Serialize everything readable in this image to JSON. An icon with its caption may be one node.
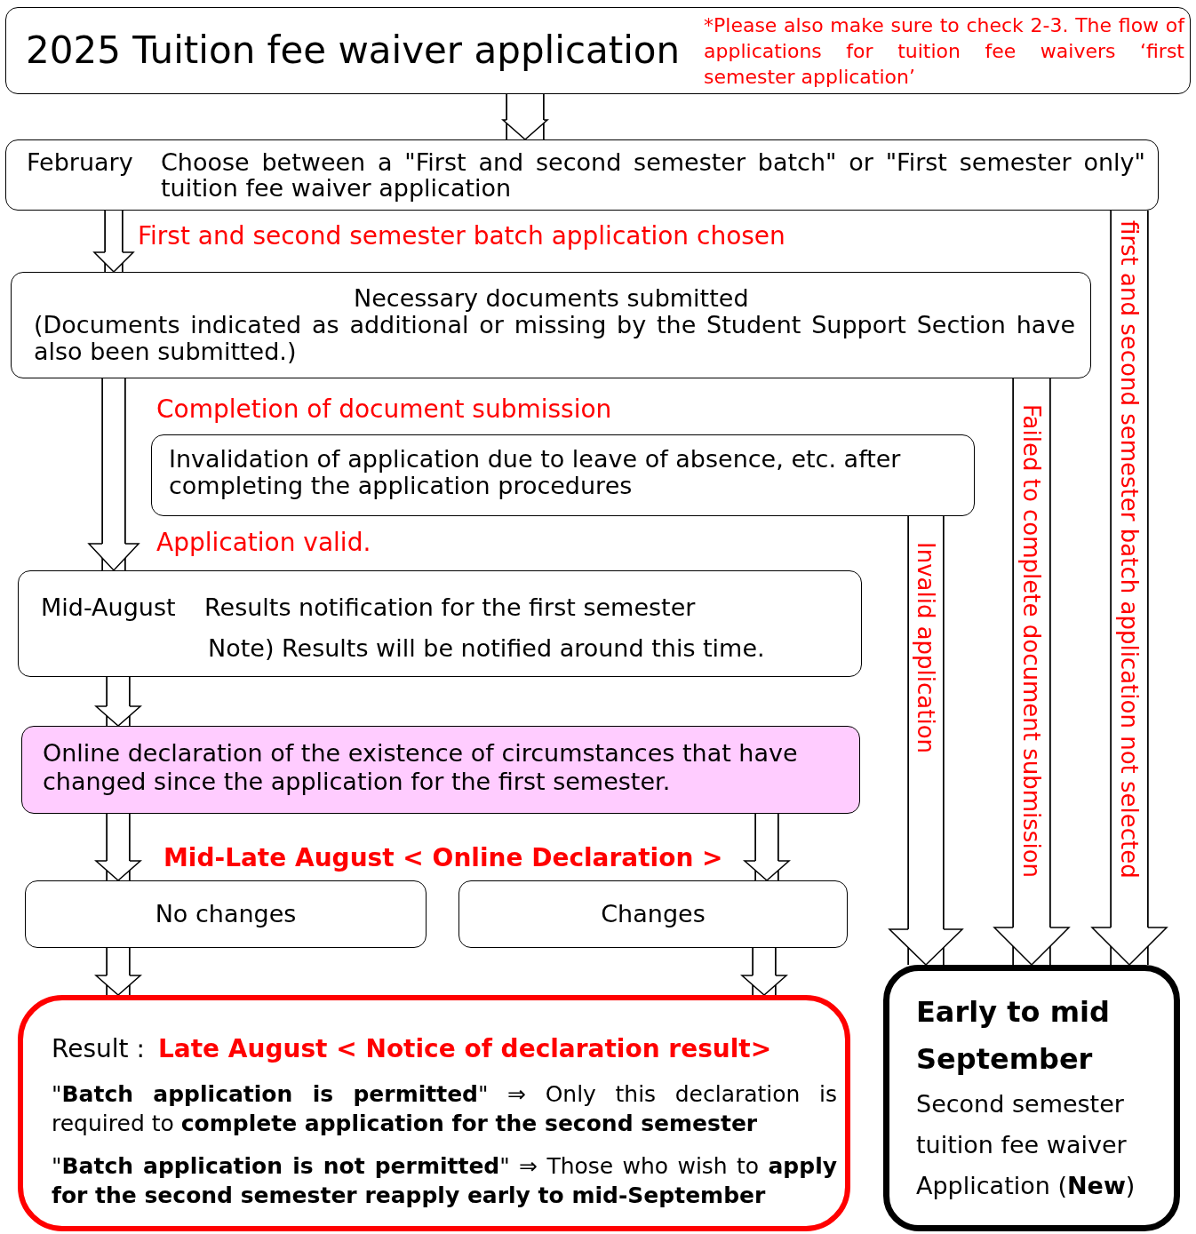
{
  "diagram": {
    "nodes": [
      {
        "text": [
          "2025 Tuition fee waiver application",
          "*Please also make sure to check 2-3. The flow of applications for tuition fee waivers ‘first semester application’"
        ]
      },
      {
        "text": [
          "February",
          "Choose between a \"First and second semester batch\" or \"First semester only\" tuition fee waiver application"
        ]
      },
      {
        "text": [
          "Necessary documents submitted",
          "(Documents indicated as additional or missing by the Student Support Section have also been submitted.)"
        ]
      },
      {
        "text": [
          "Invalidation of application due to leave of absence, etc. after completing the application procedures"
        ]
      },
      {
        "text": [
          "Mid-August",
          "Results notification for the first semester",
          "Note) Results will be notified around this time."
        ]
      },
      {
        "text": [
          "Online declaration of the existence of circumstances that have changed since the application for the first semester."
        ]
      },
      {
        "text": [
          "No changes"
        ]
      },
      {
        "text": [
          "Changes"
        ]
      },
      {
        "text": [
          "Result :",
          "Late August < Notice of declaration result>",
          "\"**Batch application is permitted**\" ⇒ Only this declaration is required to **complete application for the second semester**",
          "\"**Batch application is not permitted**\" ⇒ Those who wish to **apply for the second semester reapply early to mid-September**"
        ]
      },
      {
        "text": [
          "Early to mid September",
          "Second semester tuition fee waiver Application (**New**)"
        ]
      }
    ],
    "edges": [
      {
        "from": 0,
        "to": 1,
        "arrow": "to"
      },
      {
        "from": 1,
        "to": 2,
        "arrow": "to",
        "label": "First and second semester batch application chosen"
      },
      {
        "from": 1,
        "to": 9,
        "arrow": "to",
        "label": "first and second semester batch application not selected"
      },
      {
        "from": 2,
        "to": 4,
        "arrow": "to",
        "label": "Completion of document submission"
      },
      {
        "from": 2,
        "to": 9,
        "arrow": "to",
        "label": "Failed to complete document submission"
      },
      {
        "from": 3,
        "to": 9,
        "arrow": "to",
        "label": "Invalid application"
      },
      {
        "from": 4,
        "to": 5,
        "arrow": "to"
      },
      {
        "from": 5,
        "to": 6,
        "arrow": "to"
      },
      {
        "from": 5,
        "to": 7,
        "arrow": "to"
      },
      {
        "from": 6,
        "to": 8,
        "arrow": "to"
      },
      {
        "from": 7,
        "to": 8,
        "arrow": "to"
      }
    ],
    "labels": [
      "Application valid.",
      "Mid-Late August < Online Declaration >"
    ]
  }
}
